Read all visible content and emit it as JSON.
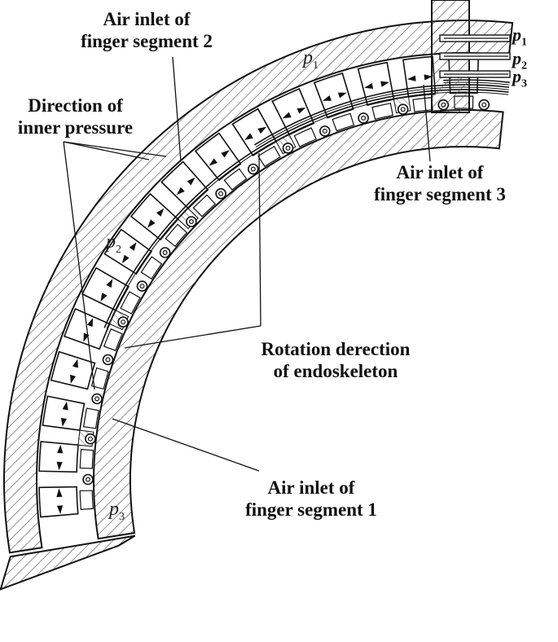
{
  "labels": {
    "seg2_l1": "Air inlet of",
    "seg2_l2": "finger segment 2",
    "dir_l1": "Direction of",
    "dir_l2": "inner pressure",
    "seg3_l1": "Air inlet of",
    "seg3_l2": "finger segment 3",
    "rot_l1": "Rotation derection",
    "rot_l2": "of endoskeleton",
    "seg1_l1": "Air inlet of",
    "seg1_l2": "finger segment 1"
  },
  "pressures": {
    "p": "p",
    "sub1": "1",
    "sub2": "2",
    "sub3": "3"
  },
  "colors": {
    "line": "#111111",
    "hatch": "#555555",
    "fill": "#ffffff"
  }
}
